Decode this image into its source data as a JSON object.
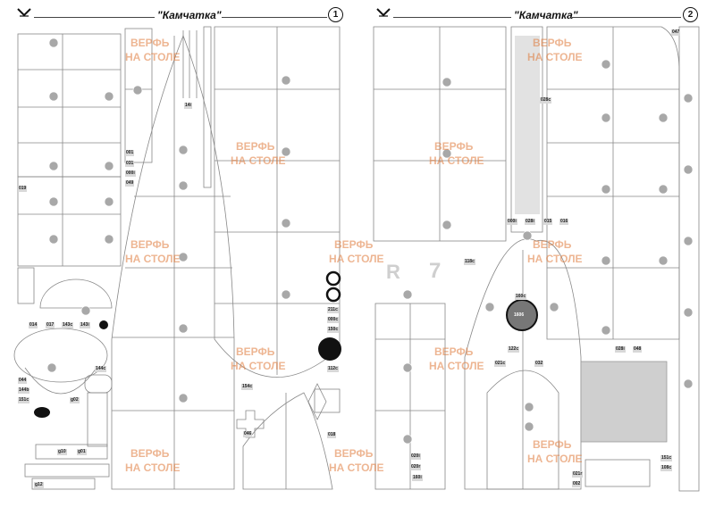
{
  "pages": [
    {
      "title": "\"Камчатка\"",
      "number": "1"
    },
    {
      "title": "\"Камчатка\"",
      "number": "2"
    }
  ],
  "watermark": {
    "line1": "ВЕРФЬ",
    "line2": "НА СТОЛЕ",
    "color": "#e07a3a"
  },
  "letters": {
    "r": "R",
    "seven": "7"
  },
  "labels": {
    "l001": "001",
    "l031": "031",
    "l000i": "000i",
    "l049": "049",
    "l019": "019",
    "l14i": "14i",
    "l014": "014",
    "l017": "017",
    "l143c": "143c",
    "l143i": "143i",
    "l144c": "144c",
    "l044": "044",
    "l144b": "144b",
    "l151c": "151c",
    "lg02": "g02",
    "lg10": "g10",
    "lg01": "g01",
    "lg12": "g12",
    "l154c": "154c",
    "l046": "046",
    "l211c": "211c",
    "l000c": "000c",
    "l150c": "150c",
    "l112c": "112c",
    "l018": "018",
    "l047": "047",
    "l028c": "028c",
    "l000i2": "000i",
    "l028i": "028i",
    "l015": "015",
    "l016": "016",
    "l118c": "118c",
    "l160c": "160c",
    "l122c": "122c",
    "l021c": "021c",
    "l032": "032",
    "l028l": "028i",
    "l048": "048",
    "l020l": "020i",
    "l020r": "020r",
    "l160i": "160i",
    "l151r": "151c",
    "l108c": "108c",
    "l021r": "021r",
    "l002": "002",
    "l1606": "1606"
  }
}
